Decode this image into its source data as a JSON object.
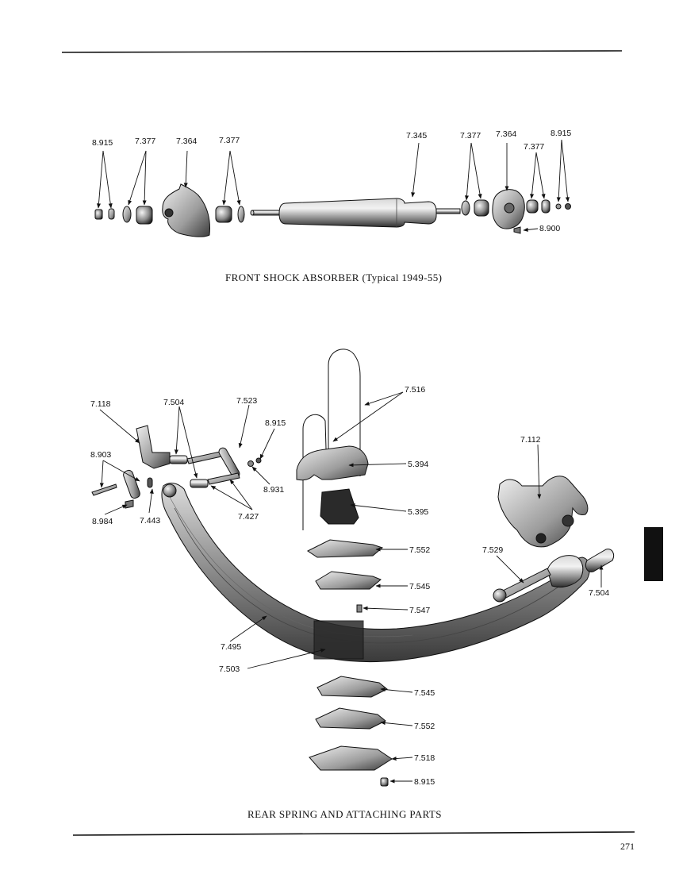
{
  "front": {
    "caption": "FRONT SHOCK ABSORBER (Typical 1949-55)",
    "labels": {
      "l_8915_a": "8.915",
      "l_7377_a": "7.377",
      "l_7364_a": "7.364",
      "l_7377_b": "7.377",
      "l_7345": "7.345",
      "l_7377_c": "7.377",
      "l_7364_b": "7.364",
      "l_8915_b": "8.915",
      "l_7377_d": "7.377",
      "l_8900": "8.900"
    }
  },
  "rear": {
    "caption": "REAR SPRING AND ATTACHING PARTS",
    "labels": {
      "l_7118": "7.118",
      "l_7504_a": "7.504",
      "l_7523": "7.523",
      "l_8915_c": "8.915",
      "l_7516": "7.516",
      "l_8903": "8.903",
      "l_8931": "8.931",
      "l_5394": "5.394",
      "l_7112": "7.112",
      "l_8984": "8.984",
      "l_7443": "7.443",
      "l_7427": "7.427",
      "l_5395": "5.395",
      "l_7552_a": "7.552",
      "l_7529": "7.529",
      "l_7545_a": "7.545",
      "l_7504_b": "7.504",
      "l_7547": "7.547",
      "l_7495": "7.495",
      "l_7503": "7.503",
      "l_7545_b": "7.545",
      "l_7552_b": "7.552",
      "l_7518": "7.518",
      "l_8915_d": "8.915"
    }
  },
  "page_number": "271"
}
